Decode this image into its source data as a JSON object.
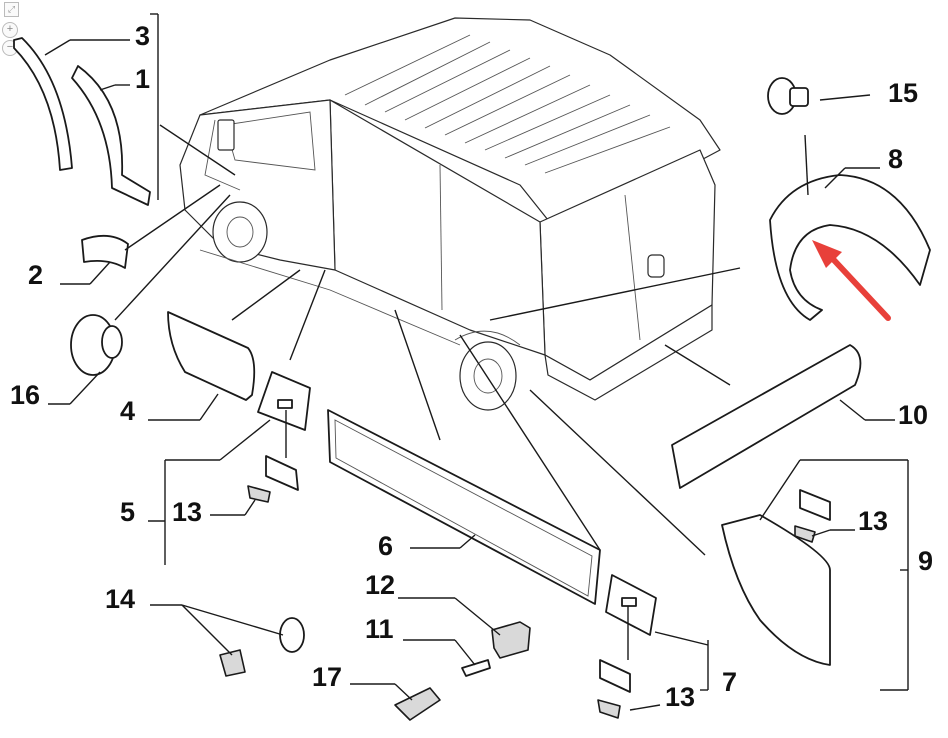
{
  "viewer": {
    "expand_icon": "expand-icon",
    "zoom_in_glyph": "+",
    "zoom_out_glyph": "−"
  },
  "diagram": {
    "callouts": [
      {
        "id": "c3",
        "label": "3"
      },
      {
        "id": "c1",
        "label": "1"
      },
      {
        "id": "c2",
        "label": "2"
      },
      {
        "id": "c16",
        "label": "16"
      },
      {
        "id": "c4",
        "label": "4"
      },
      {
        "id": "c5",
        "label": "5"
      },
      {
        "id": "c13a",
        "label": "13"
      },
      {
        "id": "c14",
        "label": "14"
      },
      {
        "id": "c17",
        "label": "17"
      },
      {
        "id": "c11",
        "label": "11"
      },
      {
        "id": "c12",
        "label": "12"
      },
      {
        "id": "c6",
        "label": "6"
      },
      {
        "id": "c13b",
        "label": "13"
      },
      {
        "id": "c7",
        "label": "7"
      },
      {
        "id": "c15",
        "label": "15"
      },
      {
        "id": "c8",
        "label": "8"
      },
      {
        "id": "c10",
        "label": "10"
      },
      {
        "id": "c13c",
        "label": "13"
      },
      {
        "id": "c9",
        "label": "9"
      }
    ],
    "highlight_color": "#e8403a",
    "highlighted_part": "8"
  }
}
